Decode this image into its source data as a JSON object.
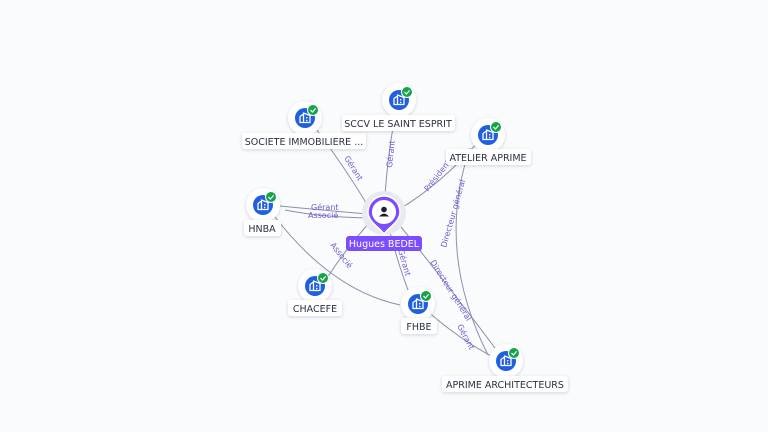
{
  "colors": {
    "edge": "#8a90ab",
    "edge_label": "#6b5bd6",
    "company_icon_bg": "#1f5fe0",
    "check_badge": "#17a34a",
    "person_pin": "#7c4dff",
    "person_label_bg": "#7c4dff"
  },
  "person": {
    "name": "Hugues BEDEL",
    "icon": "person-icon"
  },
  "companies": [
    {
      "id": "sci",
      "name": "SOCIETE IMMOBILIERE ...",
      "icon": "building-icon",
      "verified_icon": "check-badge-icon"
    },
    {
      "id": "sccv",
      "name": "SCCV LE SAINT ESPRIT",
      "icon": "building-icon",
      "verified_icon": "check-badge-icon"
    },
    {
      "id": "atelier",
      "name": "ATELIER APRIME",
      "icon": "building-icon",
      "verified_icon": "check-badge-icon"
    },
    {
      "id": "hnba",
      "name": "HNBA",
      "icon": "building-icon",
      "verified_icon": "check-badge-icon"
    },
    {
      "id": "chacefe",
      "name": "CHACEFE",
      "icon": "building-icon",
      "verified_icon": "check-badge-icon"
    },
    {
      "id": "fhbe",
      "name": "FHBE",
      "icon": "building-icon",
      "verified_icon": "check-badge-icon"
    },
    {
      "id": "aprime",
      "name": "APRIME ARCHITECTEURS",
      "icon": "building-icon",
      "verified_icon": "check-badge-icon"
    }
  ],
  "relations": [
    {
      "id": "r-sci",
      "label": "Gérant"
    },
    {
      "id": "r-sccv",
      "label": "Gérant"
    },
    {
      "id": "r-atelier",
      "label": "Président"
    },
    {
      "id": "r-hnba-1",
      "label": "Gérant"
    },
    {
      "id": "r-hnba-2",
      "label": "Associé"
    },
    {
      "id": "r-chacefe",
      "label": "Associé"
    },
    {
      "id": "r-fhbe",
      "label": "Gérant"
    },
    {
      "id": "r-aprime-1",
      "label": "Directeur général"
    },
    {
      "id": "r-atelier-aprime",
      "label": "Directeur général"
    },
    {
      "id": "r-aprime-2",
      "label": "Gérant"
    }
  ]
}
